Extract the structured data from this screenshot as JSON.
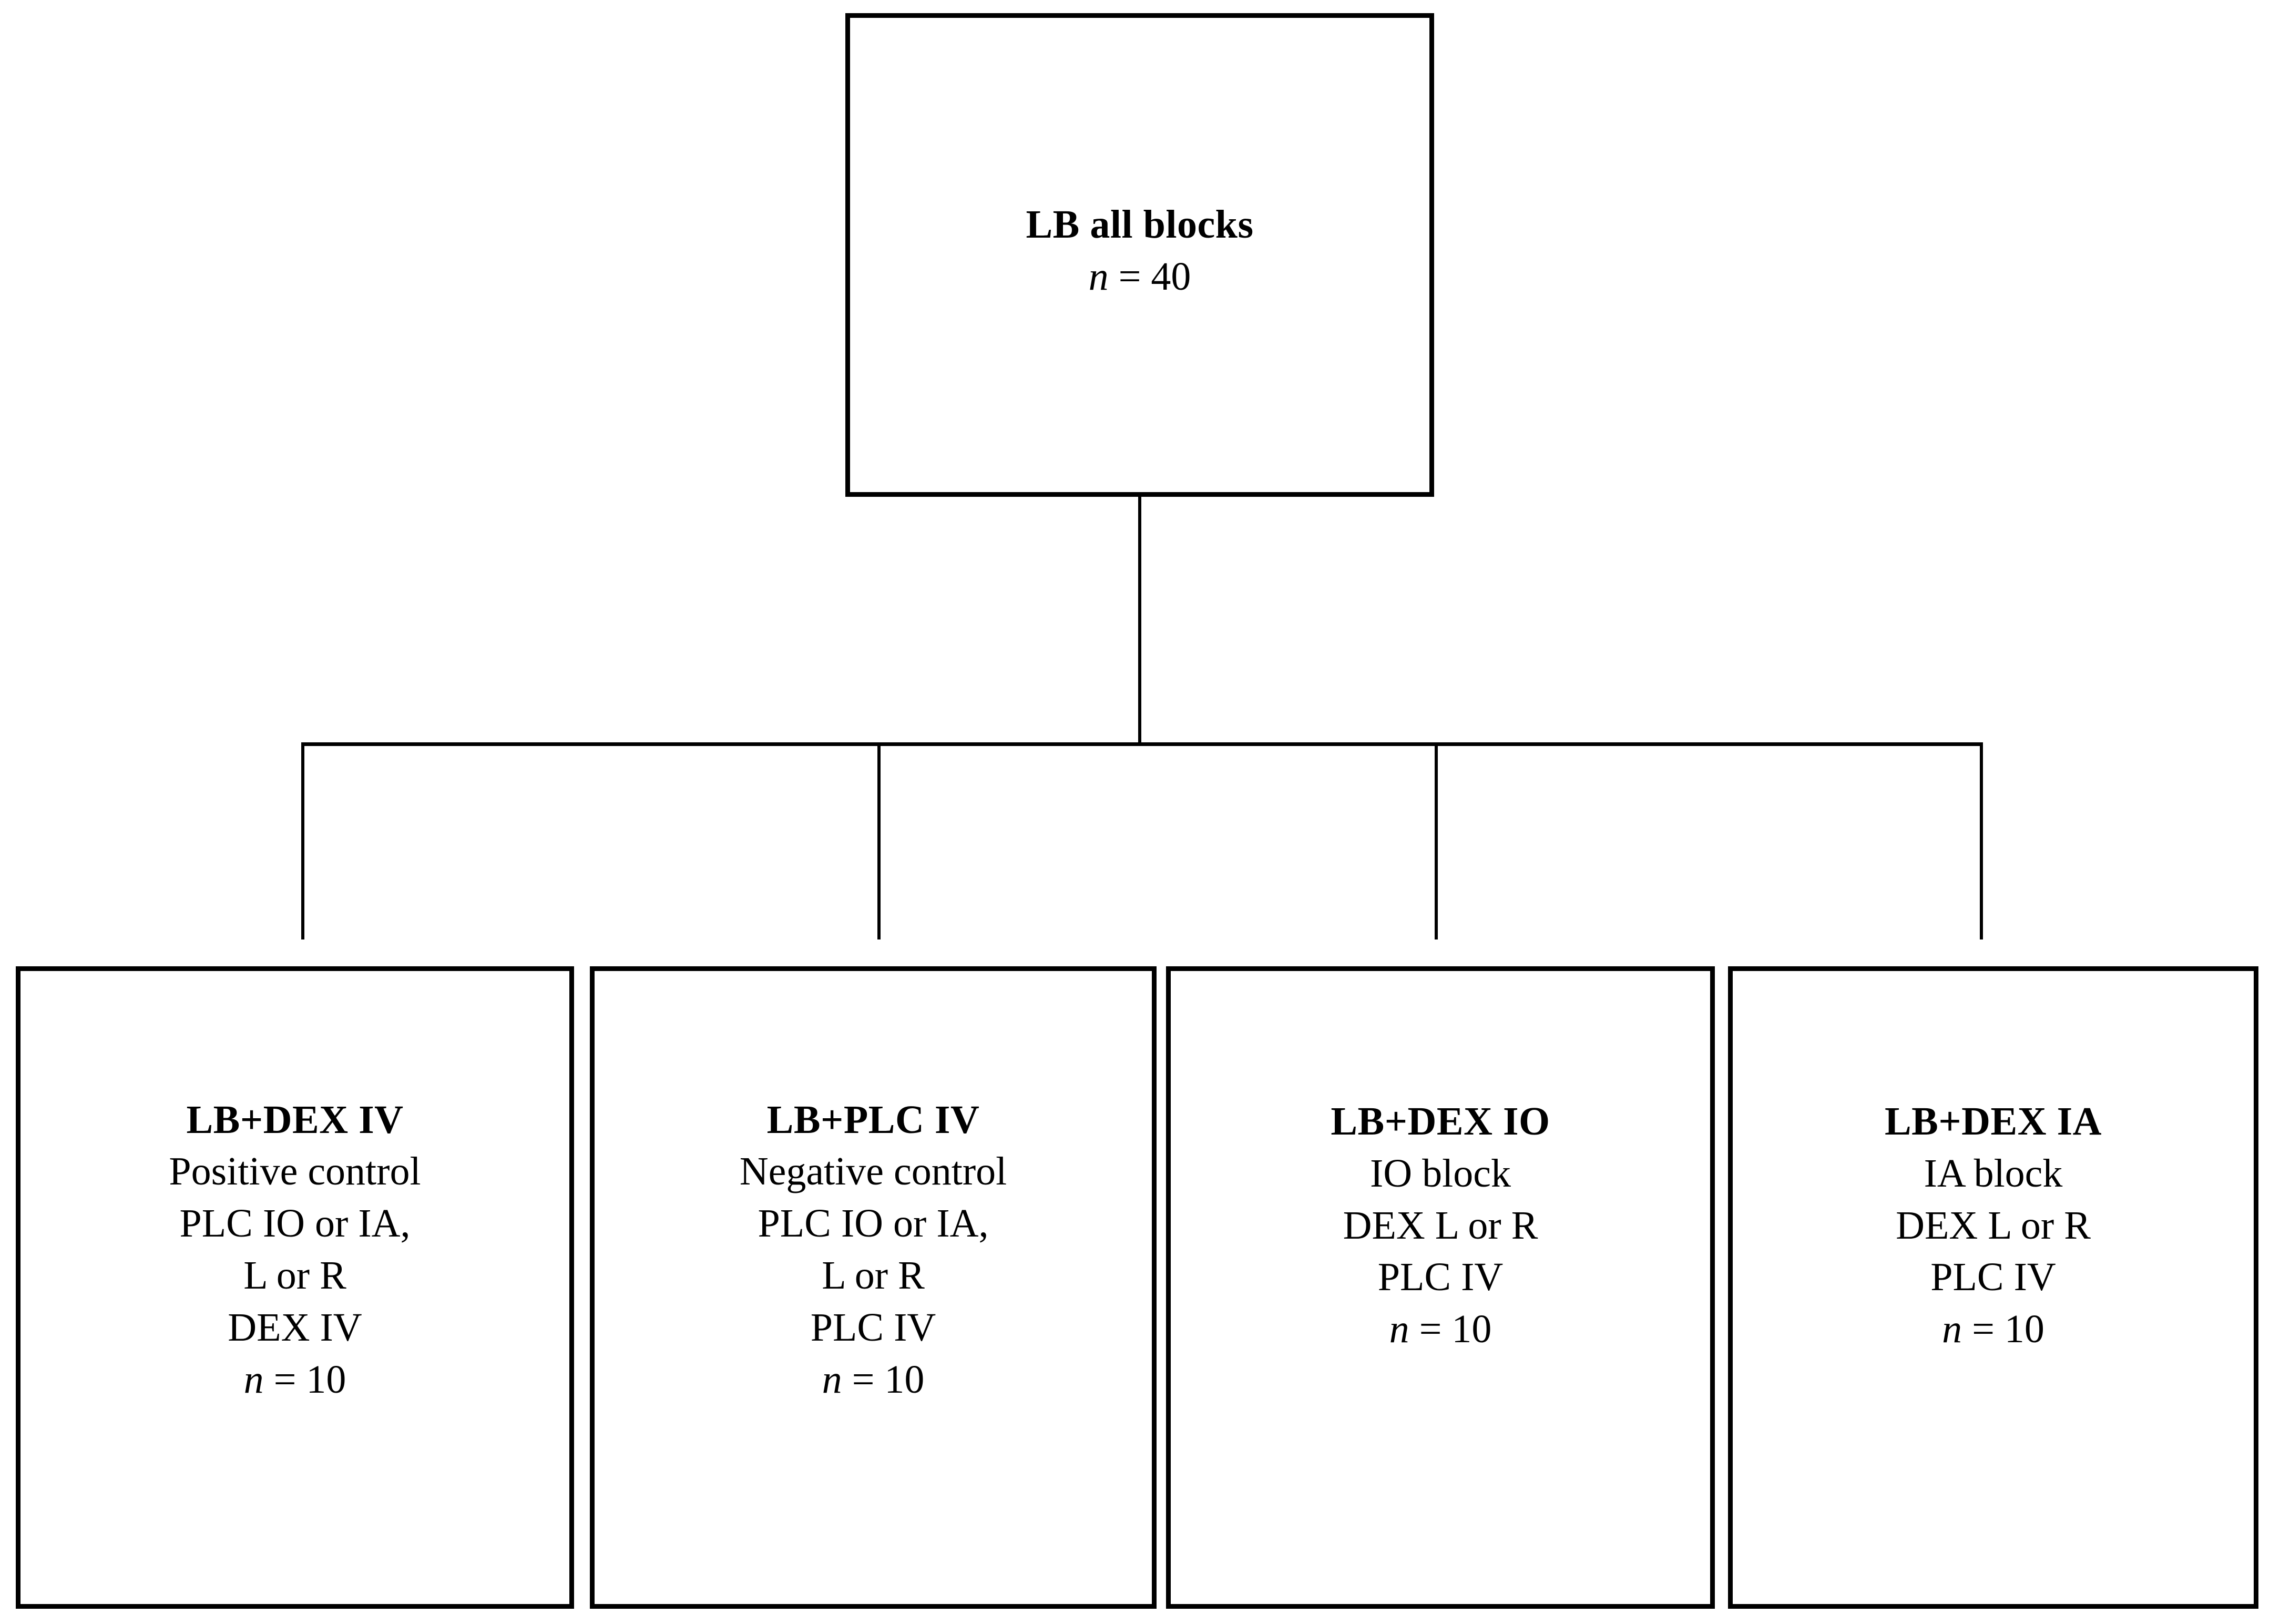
{
  "diagram": {
    "type": "flowchart-tree",
    "orientation": "top-down",
    "root": {
      "title": "LB all blocks",
      "n_label": "n",
      "n_equals": " = 40",
      "n_text": "n = 40"
    },
    "branches": [
      {
        "title": "LB+DEX IV",
        "lines": [
          "Positive control",
          "PLC IO or IA,",
          "L or R",
          "DEX IV"
        ],
        "n_label": "n",
        "n_equals": " = 10",
        "n_text": "n = 10"
      },
      {
        "title": "LB+PLC IV",
        "lines": [
          "Negative control",
          "PLC IO or IA,",
          "L or R",
          "PLC IV"
        ],
        "n_label": "n",
        "n_equals": " = 10",
        "n_text": "n = 10"
      },
      {
        "title": "LB+DEX IO",
        "lines": [
          "IO block",
          "DEX L or R",
          "PLC IV"
        ],
        "n_label": "n",
        "n_equals": " = 10",
        "n_text": "n = 10"
      },
      {
        "title": "LB+DEX IA",
        "lines": [
          "IA block",
          "DEX L or R",
          "PLC IV"
        ],
        "n_label": "n",
        "n_equals": " = 10",
        "n_text": "n = 10"
      }
    ],
    "colors": {
      "background": "#ffffff",
      "box_border": "#000000",
      "text": "#000000",
      "connector": "#000000"
    }
  }
}
